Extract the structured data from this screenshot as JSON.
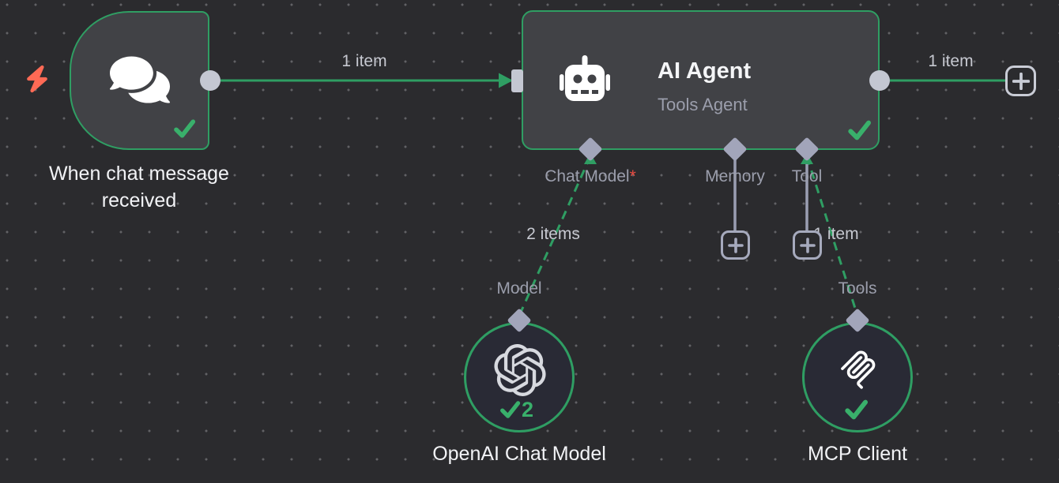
{
  "trigger": {
    "label": "When chat message received"
  },
  "agent": {
    "title": "AI Agent",
    "subtitle": "Tools Agent",
    "ports": [
      {
        "label": "Chat Model",
        "required_marker": "*"
      },
      {
        "label": "Memory",
        "required_marker": ""
      },
      {
        "label": "Tool",
        "required_marker": ""
      }
    ]
  },
  "openai": {
    "label": "OpenAI Chat Model",
    "run_count": "2",
    "port_label": "Model"
  },
  "mcp": {
    "label": "MCP Client",
    "port_label": "Tools"
  },
  "connections": {
    "trigger_to_agent": "1 item",
    "agent_output": "1 item",
    "chat_model": "2 items",
    "tool": "1 item"
  },
  "icons": {
    "trigger": "chat-bubbles-icon",
    "agent": "robot-icon",
    "openai": "openai-logo-icon",
    "mcp": "mcp-logo-icon",
    "execute": "lightning-bolt-icon",
    "status": "check-icon",
    "add": "plus-icon"
  },
  "colors": {
    "wire_green": "#2f9e63",
    "check_green": "#39b06b",
    "required_red": "#ea4b41",
    "bolt_orange": "#ff6a55",
    "connector_gray": "#c4c7d2",
    "diamond_gray": "#a2a5ba",
    "node_fill": "#414246",
    "canvas_bg": "#2b2b2e"
  }
}
